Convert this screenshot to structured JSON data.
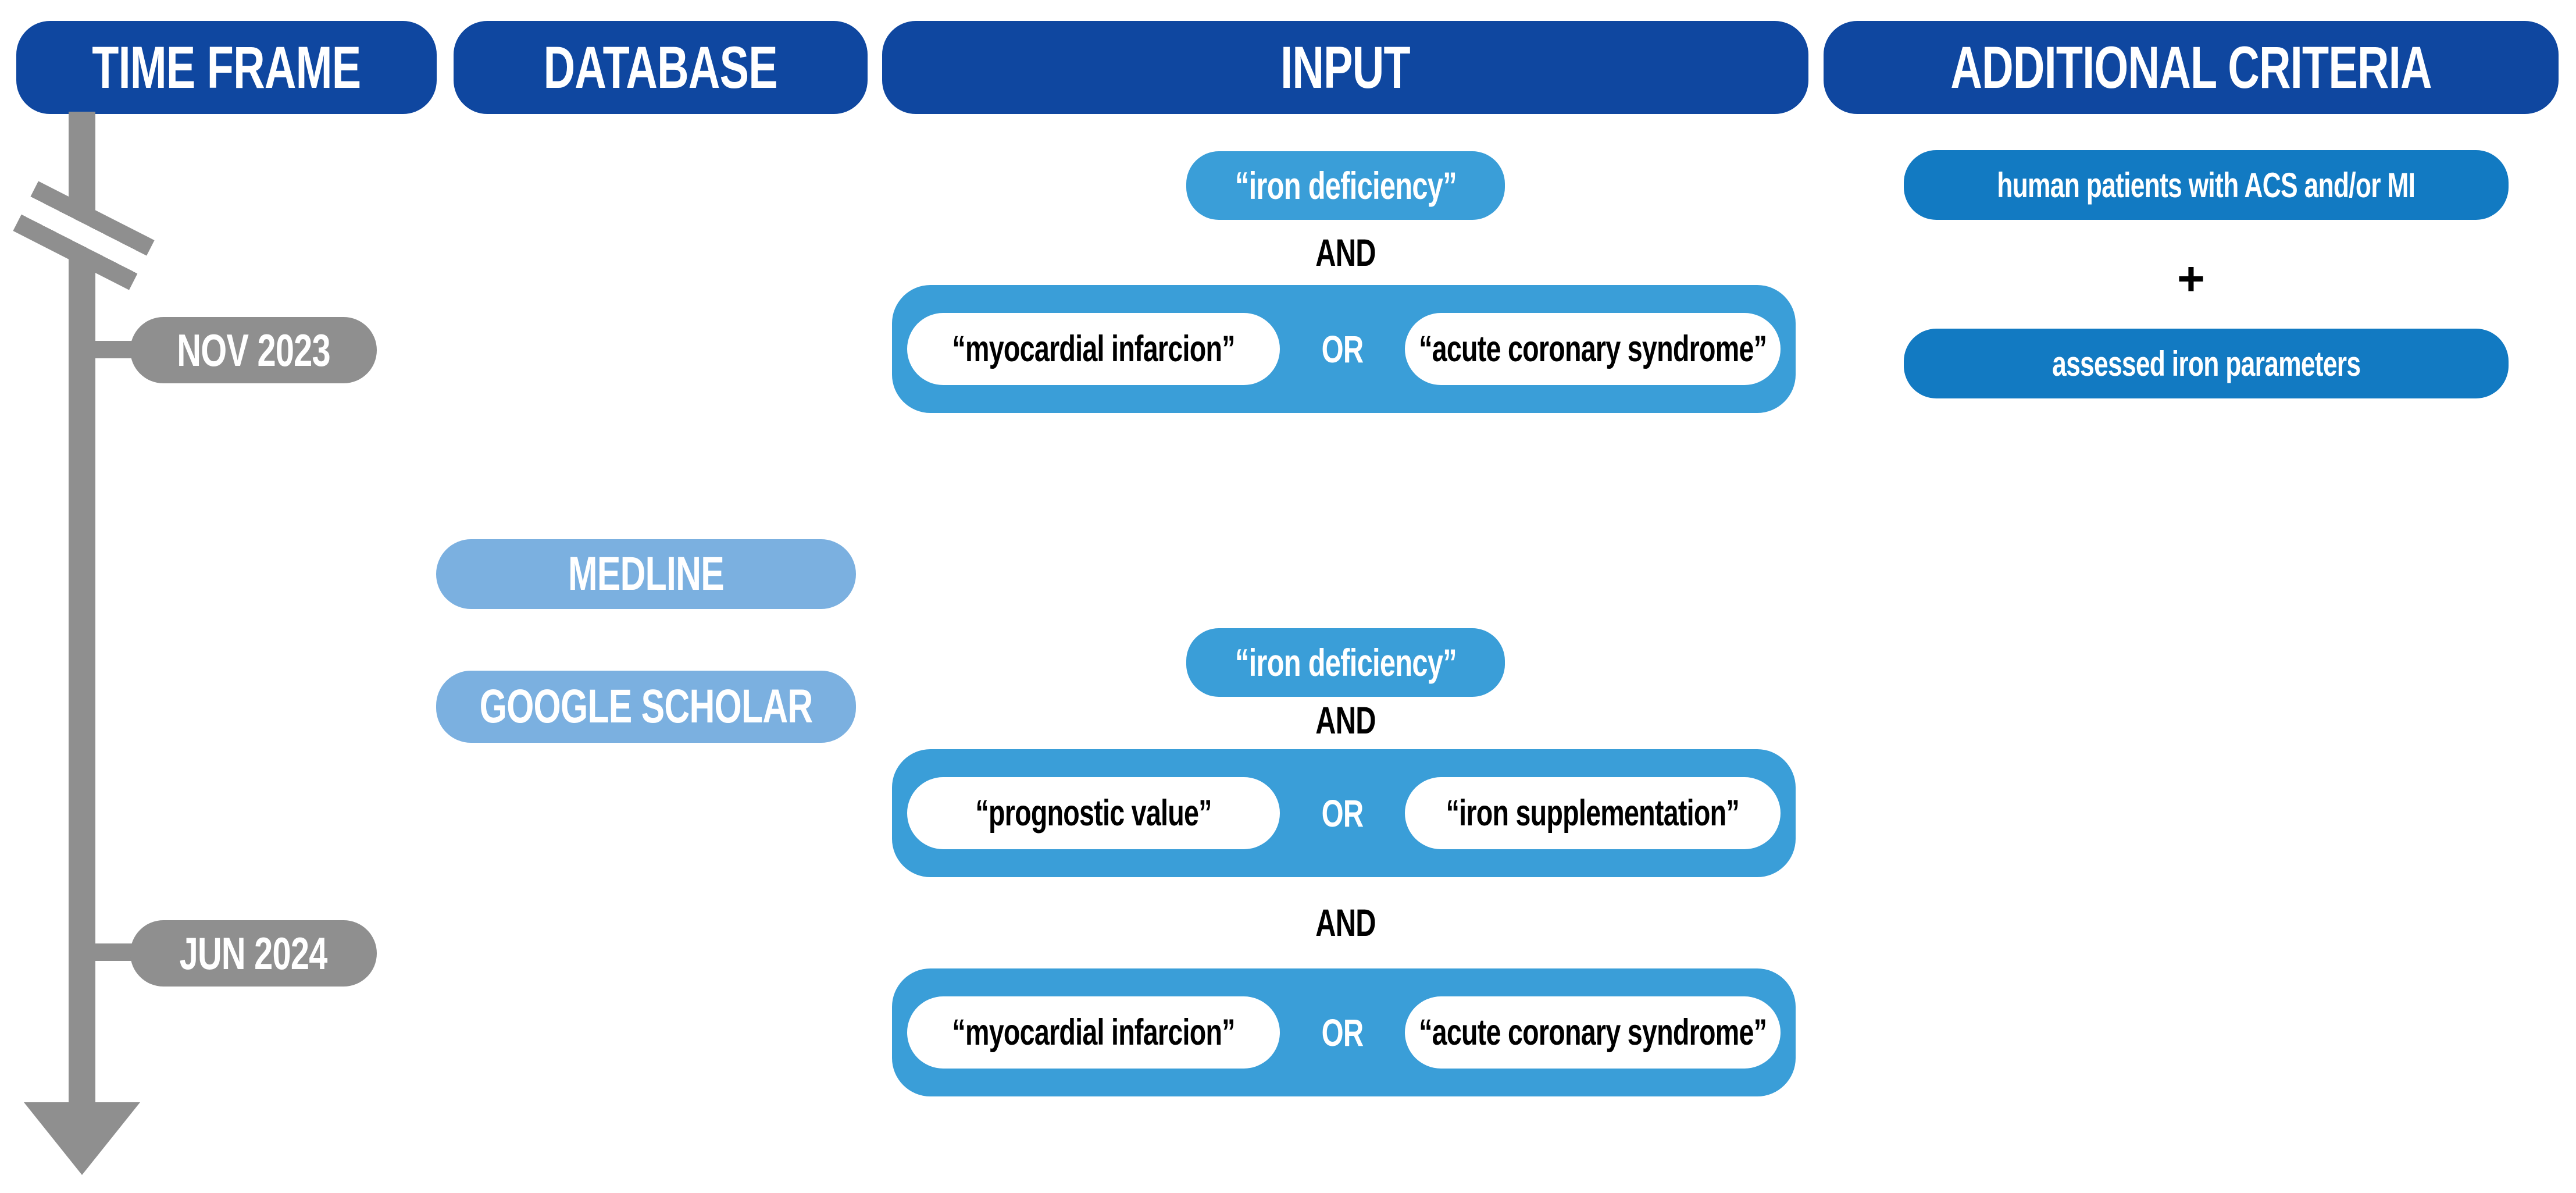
{
  "headers": {
    "time_frame": "TIME FRAME",
    "database": "DATABASE",
    "input": "INPUT",
    "additional": "ADDITIONAL CRITERIA"
  },
  "timeline": {
    "marker1": "NOV 2023",
    "marker2": "JUN 2024"
  },
  "database": {
    "item1": "MEDLINE",
    "item2": "GOOGLE SCHOLAR"
  },
  "input": {
    "search1": {
      "term": "“iron deficiency”",
      "and": "AND",
      "or_group": {
        "left": "“myocardial infarcion”",
        "op": "OR",
        "right": "“acute coronary syndrome”"
      }
    },
    "search2": {
      "term": "“iron deficiency”",
      "and1": "AND",
      "or_group1": {
        "left": "“prognostic value”",
        "op": "OR",
        "right": "“iron supplementation”"
      },
      "and2": "AND",
      "or_group2": {
        "left": "“myocardial infarcion”",
        "op": "OR",
        "right": "“acute coronary syndrome”"
      }
    }
  },
  "additional": {
    "criterion1": "human patients with ACS and/or MI",
    "plus": "+",
    "criterion2": "assessed iron parameters"
  },
  "colors": {
    "header_blue": "#0f47a0",
    "mid_blue": "#3a9ed8",
    "criteria_blue": "#127ac2",
    "light_blue": "#7bb0e0",
    "gray": "#8f8f8f",
    "ink": "#000000"
  }
}
